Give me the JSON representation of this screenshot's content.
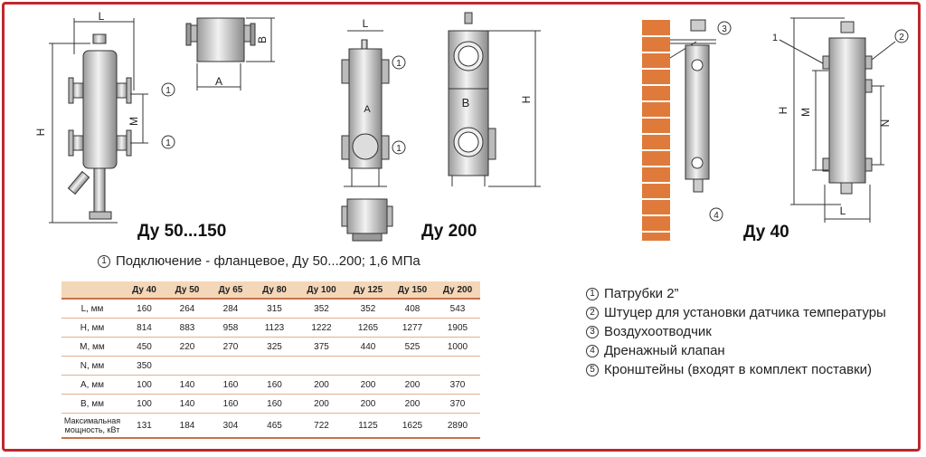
{
  "captions": {
    "du50_150": "Ду 50...150",
    "du200": "Ду 200",
    "du40": "Ду 40"
  },
  "drawing_labels": {
    "L": "L",
    "H": "H",
    "M": "M",
    "B": "B",
    "A": "A",
    "N": "N",
    "n1": "1",
    "n2": "2",
    "n3": "3",
    "n4": "4"
  },
  "note": {
    "num": "1",
    "text": "Подключение - фланцевое, Ду 50...200; 1,6 МПа"
  },
  "table": {
    "headers": [
      "Ду 40",
      "Ду 50",
      "Ду 65",
      "Ду 80",
      "Ду 100",
      "Ду 125",
      "Ду 150",
      "Ду 200"
    ],
    "rows": [
      {
        "label": "L, мм",
        "values": [
          "160",
          "264",
          "284",
          "315",
          "352",
          "352",
          "408",
          "543"
        ]
      },
      {
        "label": "H, мм",
        "values": [
          "814",
          "883",
          "958",
          "1123",
          "1222",
          "1265",
          "1277",
          "1905"
        ]
      },
      {
        "label": "M, мм",
        "values": [
          "450",
          "220",
          "270",
          "325",
          "375",
          "440",
          "525",
          "1000"
        ]
      },
      {
        "label": "N, мм",
        "values": [
          "350",
          "",
          "",
          "",
          "",
          "",
          "",
          ""
        ]
      },
      {
        "label": "A, мм",
        "values": [
          "100",
          "140",
          "160",
          "160",
          "200",
          "200",
          "200",
          "370"
        ]
      },
      {
        "label": "B, мм",
        "values": [
          "100",
          "140",
          "160",
          "160",
          "200",
          "200",
          "200",
          "370"
        ]
      },
      {
        "label": "Максимальная мощность, кВт",
        "values": [
          "131",
          "184",
          "304",
          "465",
          "722",
          "1125",
          "1625",
          "2890"
        ]
      }
    ]
  },
  "legend": [
    {
      "num": "1",
      "text": "Патрубки 2”"
    },
    {
      "num": "2",
      "text": "Штуцер для установки датчика температуры"
    },
    {
      "num": "3",
      "text": "Воздухоотводчик"
    },
    {
      "num": "4",
      "text": "Дренажный клапан"
    },
    {
      "num": "5",
      "text": "Кронштейны (входят в комплект поставки)"
    }
  ],
  "colors": {
    "frame": "#c0272d",
    "brick": "#e07a3a",
    "table_header": "#f4d7b8"
  }
}
